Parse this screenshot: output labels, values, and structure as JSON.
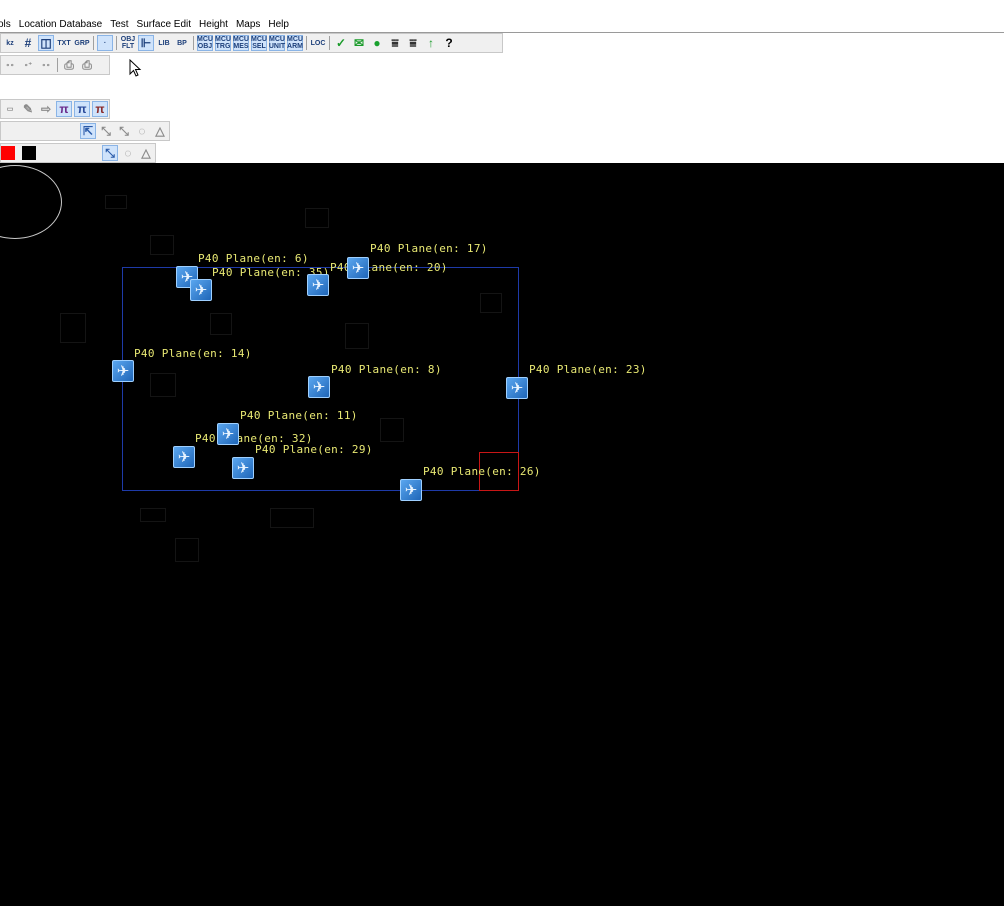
{
  "menu": {
    "items": [
      {
        "label": "ols"
      },
      {
        "label": "Location Database"
      },
      {
        "label": "Test"
      },
      {
        "label": "Surface Edit"
      },
      {
        "label": "Height"
      },
      {
        "label": "Maps"
      },
      {
        "label": "Help"
      }
    ]
  },
  "toolbar_main": {
    "buttons": [
      {
        "text": "kz",
        "icon": "kz-tool-icon"
      },
      {
        "text": "#",
        "icon": "grid-icon"
      },
      {
        "text": "◫",
        "icon": "panel-icon"
      },
      {
        "text": "TXT",
        "icon": "txt-icon"
      },
      {
        "text": "GRP",
        "icon": "grp-icon"
      },
      {
        "text": "·",
        "icon": "point-icon"
      },
      {
        "text": "OBJ FLT",
        "icon": "obj-flt-icon"
      },
      {
        "text": "⊩",
        "icon": "layer-icon"
      },
      {
        "text": "LIB",
        "icon": "lib-icon"
      },
      {
        "text": "BP",
        "icon": "bp-icon"
      },
      {
        "text": "MCU OBJ",
        "icon": "mcu-obj-icon"
      },
      {
        "text": "MCU TRG",
        "icon": "mcu-trg-icon"
      },
      {
        "text": "MCU MES",
        "icon": "mcu-mes-icon"
      },
      {
        "text": "MCU SEL",
        "icon": "mcu-sel-icon"
      },
      {
        "text": "MCU UNIT",
        "icon": "mcu-unit-icon"
      },
      {
        "text": "MCU ARM",
        "icon": "mcu-arm-icon"
      },
      {
        "text": "LOC",
        "icon": "loc-icon"
      },
      {
        "text": "✓",
        "icon": "check-icon"
      },
      {
        "text": "✉",
        "icon": "mail-icon"
      },
      {
        "text": "●",
        "icon": "dot-icon"
      },
      {
        "text": "⩸",
        "icon": "ground-level-icon"
      },
      {
        "text": "⩸",
        "icon": "ground-level-2-icon"
      },
      {
        "text": "↑",
        "icon": "up-arrow-icon"
      },
      {
        "text": "?",
        "icon": "help-icon"
      }
    ]
  },
  "toolbar_nodes": {
    "buttons": [
      {
        "text": "∘∘",
        "icon": "node-chain-icon"
      },
      {
        "text": "∘⁺",
        "icon": "node-add-icon"
      },
      {
        "text": "∘∘",
        "icon": "node-split-icon"
      },
      {
        "text": "⎙",
        "icon": "stamp-icon"
      },
      {
        "text": "⎙",
        "icon": "stamp-2-icon"
      }
    ]
  },
  "toolbar_draw": {
    "buttons": [
      {
        "text": "▭",
        "icon": "rectangle-icon"
      },
      {
        "text": "✎",
        "icon": "pencil-icon"
      },
      {
        "text": "⇨",
        "icon": "arrow-icon"
      },
      {
        "text": "π",
        "icon": "pi-icon"
      },
      {
        "text": "π",
        "icon": "pi-2-icon"
      },
      {
        "text": "π",
        "icon": "pi-3-icon"
      }
    ]
  },
  "toolbar_edit": {
    "buttons": [
      {
        "text": "⇱",
        "icon": "edge-icon"
      },
      {
        "text": "⤡",
        "icon": "resize-icon"
      },
      {
        "text": "⤡",
        "icon": "resize-2-icon"
      },
      {
        "text": "◌",
        "icon": "drop-icon"
      },
      {
        "text": "△",
        "icon": "triangle-icon"
      }
    ]
  },
  "toolbar_color": {
    "colors": [
      "#ff0000",
      "#000000"
    ],
    "buttons": [
      {
        "text": "⤡",
        "icon": "resize-3-icon"
      },
      {
        "text": "◌",
        "icon": "drop-2-icon"
      },
      {
        "text": "△",
        "icon": "triangle-2-icon"
      }
    ]
  },
  "planes": [
    {
      "label": "P40 Plane(en: 6)"
    },
    {
      "label": "P40 Plane(en: 35)"
    },
    {
      "label": "P40 Plane(en: 17)"
    },
    {
      "label": "P40 Plane(en: 20)"
    },
    {
      "label": "P40 Plane(en: 14)"
    },
    {
      "label": "P40 Plane(en: 8)"
    },
    {
      "label": "P40 Plane(en: 23)"
    },
    {
      "label": "P40 Plane(en: 11)"
    },
    {
      "label": "P40 Plane(en: 32)"
    },
    {
      "label": "P40 Plane(en: 29)"
    },
    {
      "label": "P40 Plane(en: 26)"
    }
  ],
  "colors": {
    "canvas": "#000000",
    "label": "#e8e873",
    "selection": "#1e3aa8",
    "highlight": "#c81616",
    "plane_icon": "#2f7fd6"
  }
}
